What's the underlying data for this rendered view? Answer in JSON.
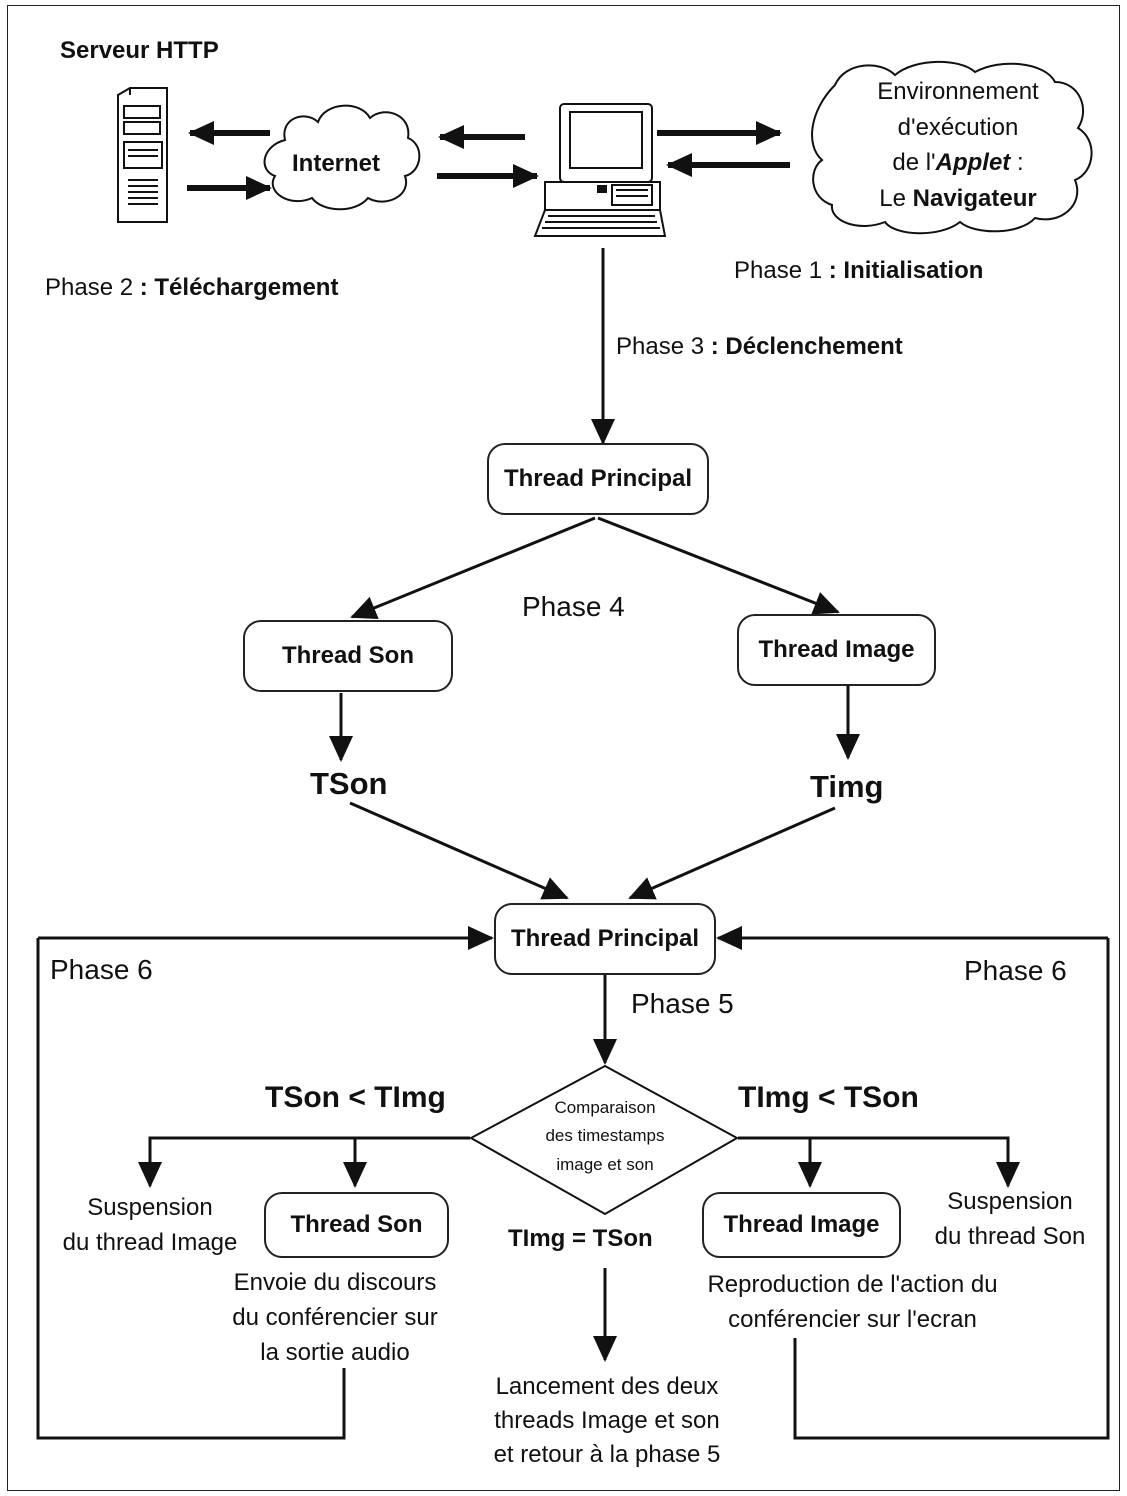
{
  "top": {
    "server_title": "Serveur HTTP",
    "internet_label": "Internet",
    "env_line1": "Environnement",
    "env_line2": "d'exécution",
    "env_line3_prefix": "de l'",
    "env_line3_italic": "Applet",
    "env_line3_suffix": " :",
    "env_line4_prefix": "Le ",
    "env_line4_bold": "Navigateur"
  },
  "phases": {
    "phase2_prefix": "Phase 2 ",
    "phase2_bold": ": Téléchargement",
    "phase1_prefix": "Phase 1 ",
    "phase1_bold": ": Initialisation",
    "phase3_prefix": "Phase 3 ",
    "phase3_bold": ": Déclenchement",
    "phase4": "Phase 4",
    "phase5": "Phase 5",
    "phase6_left": "Phase 6",
    "phase6_right": "Phase 6"
  },
  "nodes": {
    "thread_principal_1": "Thread Principal",
    "thread_son_1": "Thread Son",
    "thread_image_1": "Thread Image",
    "tson": "TSon",
    "timg": "Timg",
    "thread_principal_2": "Thread Principal",
    "comparison_line1": "Comparaison",
    "comparison_line2": "des timestamps",
    "comparison_line3": "image et son",
    "cond_left": "TSon < TImg",
    "cond_right": "TImg < TSon",
    "cond_equal": "TImg = TSon",
    "thread_son_2": "Thread Son",
    "thread_image_2": "Thread Image"
  },
  "notes": {
    "susp_image_1": "Suspension",
    "susp_image_2": "du thread Image",
    "susp_son_1": "Suspension",
    "susp_son_2": "du thread Son",
    "envoie_1": "Envoie du discours",
    "envoie_2": "du conférencier sur",
    "envoie_3": "la sortie audio",
    "repro_1": "Reproduction de l'action du",
    "repro_2": "conférencier sur l'ecran",
    "lance_1": "Lancement des deux",
    "lance_2": "threads Image et son",
    "lance_3": "et retour à la phase 5"
  }
}
